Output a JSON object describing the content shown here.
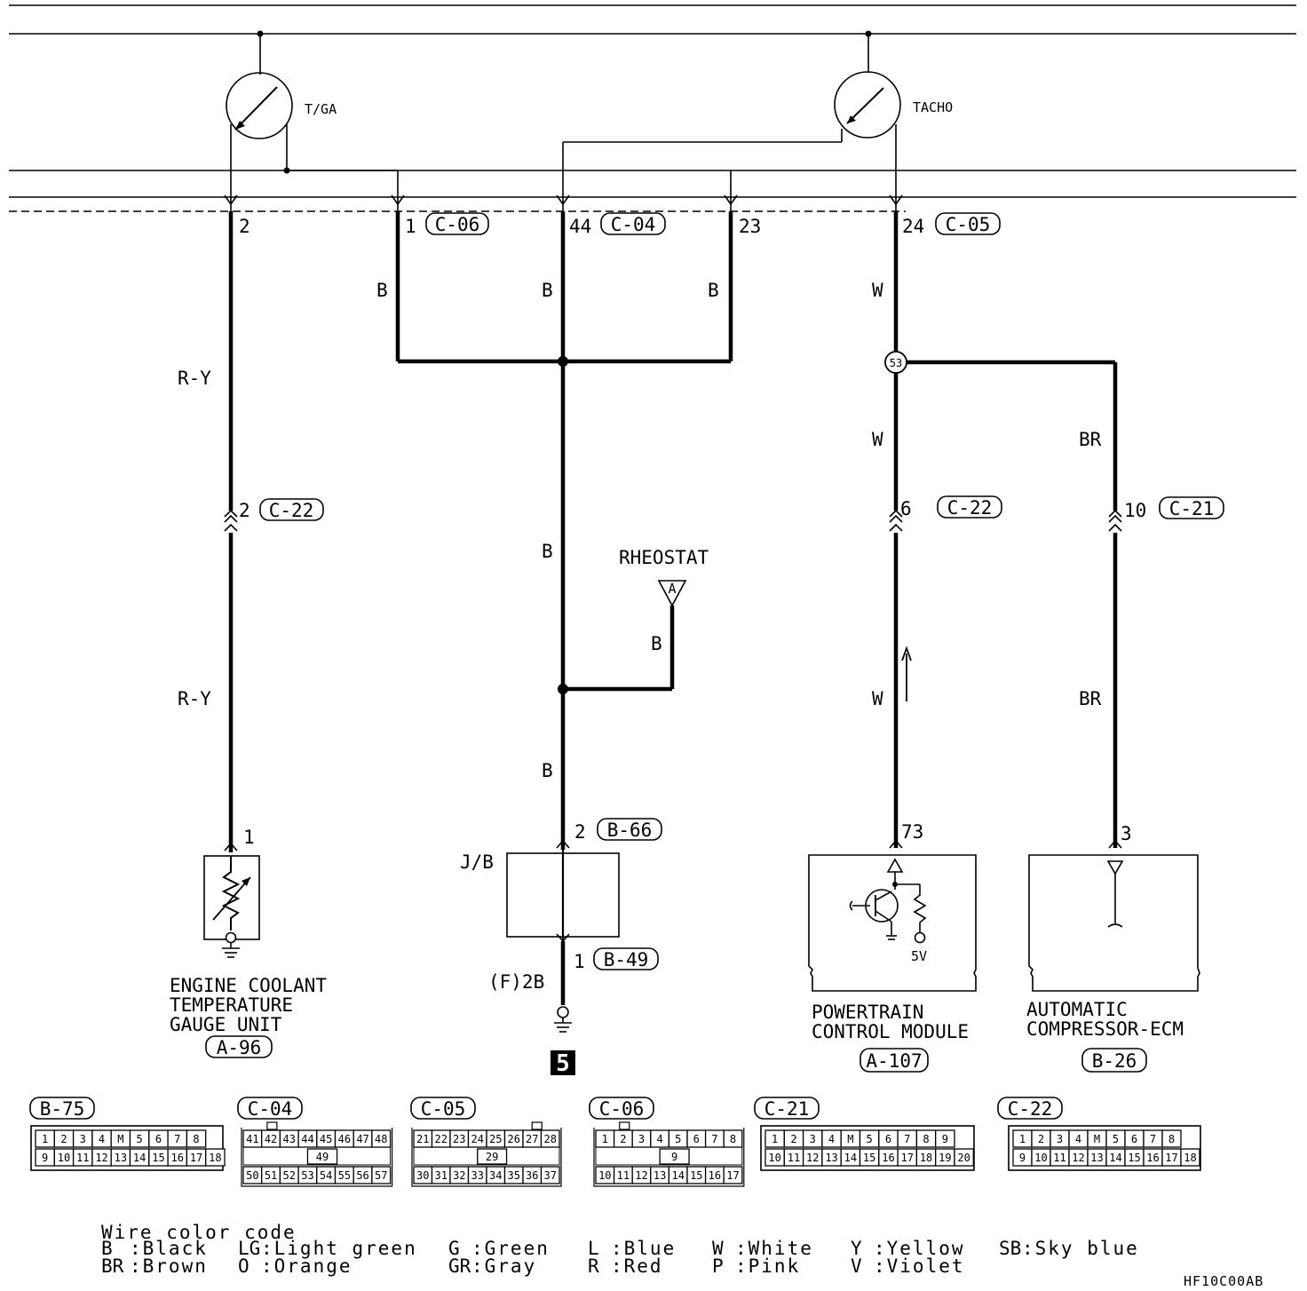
{
  "gauges": {
    "temp_gauge": "T/GA",
    "tachometer": "TACHO"
  },
  "top_pins": [
    {
      "pin": "2",
      "connector": ""
    },
    {
      "pin": "1",
      "connector": "C-06"
    },
    {
      "pin": "44",
      "connector": "C-04"
    },
    {
      "pin": "23",
      "connector": ""
    },
    {
      "pin": "24",
      "connector": "C-05"
    }
  ],
  "wire_labels": {
    "ry_upper": "R-Y",
    "ry_lower": "R-Y",
    "b_1": "B",
    "b_44": "B",
    "b_23": "B",
    "b_mid": "B",
    "b_rheostat": "B",
    "b_lower": "B",
    "w_top": "W",
    "w_mid": "W",
    "w_lower": "W",
    "br_upper": "BR",
    "br_lower": "BR"
  },
  "junction": {
    "id": "53"
  },
  "inline_connectors": [
    {
      "pin": "2",
      "connector": "C-22"
    },
    {
      "pin": "6",
      "connector": "C-22"
    },
    {
      "pin": "10",
      "connector": "C-21"
    }
  ],
  "rheostat": {
    "label": "RHEOSTAT",
    "terminal": "A"
  },
  "components": {
    "ect": {
      "pin": "1",
      "line1": "ENGINE COOLANT",
      "line2": "TEMPERATURE",
      "line3": "GAUGE UNIT",
      "connector": "A-96"
    },
    "jb": {
      "label": "J/B",
      "pin_top": "2",
      "connector_top": "B-66",
      "pin_bottom": "1",
      "connector_bottom": "B-49",
      "ground_label": "(F)2B",
      "ground_number": "5"
    },
    "pcm": {
      "pin": "73",
      "line1": "POWERTRAIN",
      "line2": "CONTROL MODULE",
      "connector": "A-107",
      "voltage": "5V"
    },
    "compressor_ecm": {
      "pin": "3",
      "line1": "AUTOMATIC",
      "line2": "COMPRESSOR-ECM",
      "connector": "B-26"
    }
  },
  "connector_views": [
    {
      "id": "B-75",
      "rows": [
        [
          "1",
          "2",
          "3",
          "4",
          "M",
          "5",
          "6",
          "7",
          "8"
        ],
        [
          "9",
          "10",
          "11",
          "12",
          "13",
          "14",
          "15",
          "16",
          "17",
          "18"
        ]
      ]
    },
    {
      "id": "C-04",
      "rows": [
        [
          "41",
          "42",
          "43",
          "44",
          "45",
          "46",
          "47",
          "48"
        ],
        [
          "49"
        ],
        [
          "50",
          "51",
          "52",
          "53",
          "54",
          "55",
          "56",
          "57"
        ]
      ]
    },
    {
      "id": "C-05",
      "rows": [
        [
          "21",
          "22",
          "23",
          "24",
          "25",
          "26",
          "27",
          "28"
        ],
        [
          "29"
        ],
        [
          "30",
          "31",
          "32",
          "33",
          "34",
          "35",
          "36",
          "37"
        ]
      ]
    },
    {
      "id": "C-06",
      "rows": [
        [
          "1",
          "2",
          "3",
          "4",
          "5",
          "6",
          "7",
          "8"
        ],
        [
          "9"
        ],
        [
          "10",
          "11",
          "12",
          "13",
          "14",
          "15",
          "16",
          "17"
        ]
      ]
    },
    {
      "id": "C-21",
      "rows": [
        [
          "1",
          "2",
          "3",
          "4",
          "M",
          "5",
          "6",
          "7",
          "8",
          "9"
        ],
        [
          "10",
          "11",
          "12",
          "13",
          "14",
          "15",
          "16",
          "17",
          "18",
          "19",
          "20"
        ]
      ]
    },
    {
      "id": "C-22",
      "rows": [
        [
          "1",
          "2",
          "3",
          "4",
          "M",
          "5",
          "6",
          "7",
          "8"
        ],
        [
          "9",
          "10",
          "11",
          "12",
          "13",
          "14",
          "15",
          "16",
          "17",
          "18"
        ]
      ]
    }
  ],
  "legend": {
    "title": "Wire color code",
    "entries": [
      {
        "code": "B",
        "name": ":Black"
      },
      {
        "code": "BR",
        "name": ":Brown"
      },
      {
        "code": "LG",
        "name": ":Light green"
      },
      {
        "code": "O",
        "name": ":Orange"
      },
      {
        "code": "G",
        "name": ":Green"
      },
      {
        "code": "GR",
        "name": ":Gray"
      },
      {
        "code": "L",
        "name": ":Blue"
      },
      {
        "code": "R",
        "name": ":Red"
      },
      {
        "code": "W",
        "name": ":White"
      },
      {
        "code": "P",
        "name": ":Pink"
      },
      {
        "code": "Y",
        "name": ":Yellow"
      },
      {
        "code": "V",
        "name": ":Violet"
      },
      {
        "code": "SB",
        "name": ":Sky blue"
      }
    ]
  },
  "figure_code": "HF10C00AB"
}
